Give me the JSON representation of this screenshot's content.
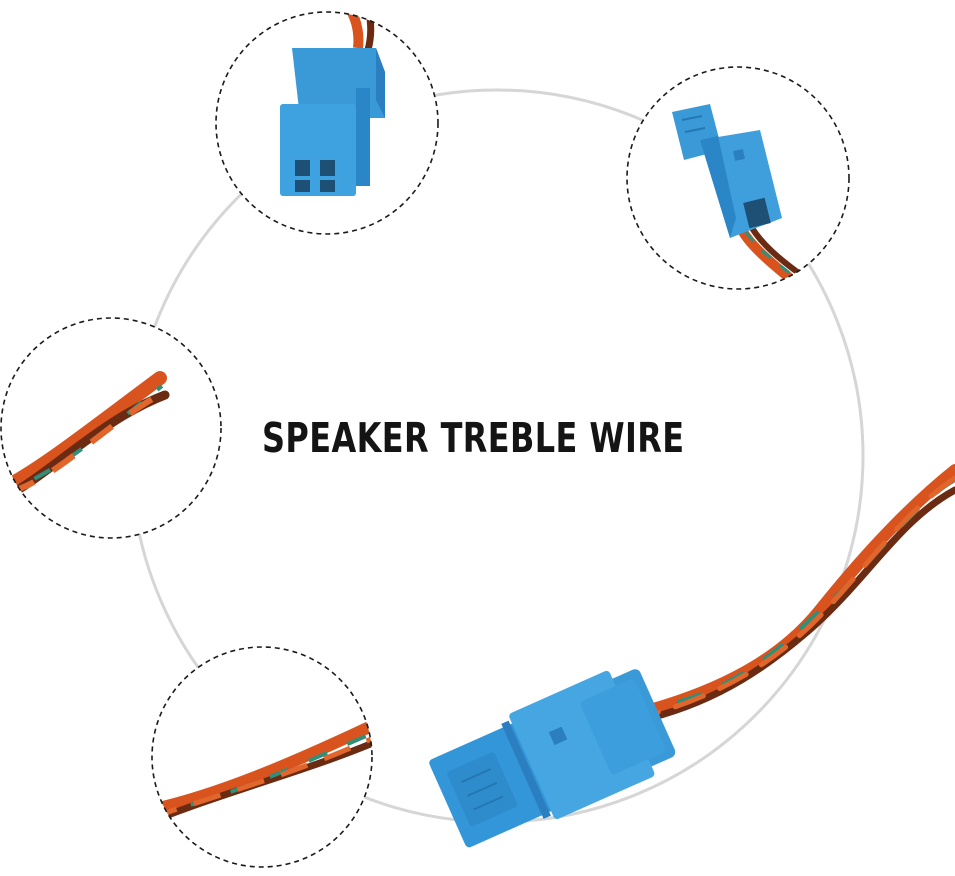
{
  "product": {
    "headline": "SPEAKER TREBLE WIRE"
  },
  "colors": {
    "connector_blue": "#3a9ad8",
    "connector_blue_dark": "#2b7fc0",
    "wire_orange": "#d9531e",
    "wire_brown": "#6b2a12",
    "wire_green": "#2f8f7a",
    "ring_gray": "#d6d6d6",
    "dash_outline": "#1a1a1a"
  },
  "callouts": [
    {
      "name": "female-connector-front",
      "icon": "connector-front-view"
    },
    {
      "name": "connector-side-view",
      "icon": "connector-side-view"
    },
    {
      "name": "wire-ends-closeup",
      "icon": "wire-ends"
    },
    {
      "name": "twisted-wire-closeup",
      "icon": "twisted-wire"
    }
  ]
}
